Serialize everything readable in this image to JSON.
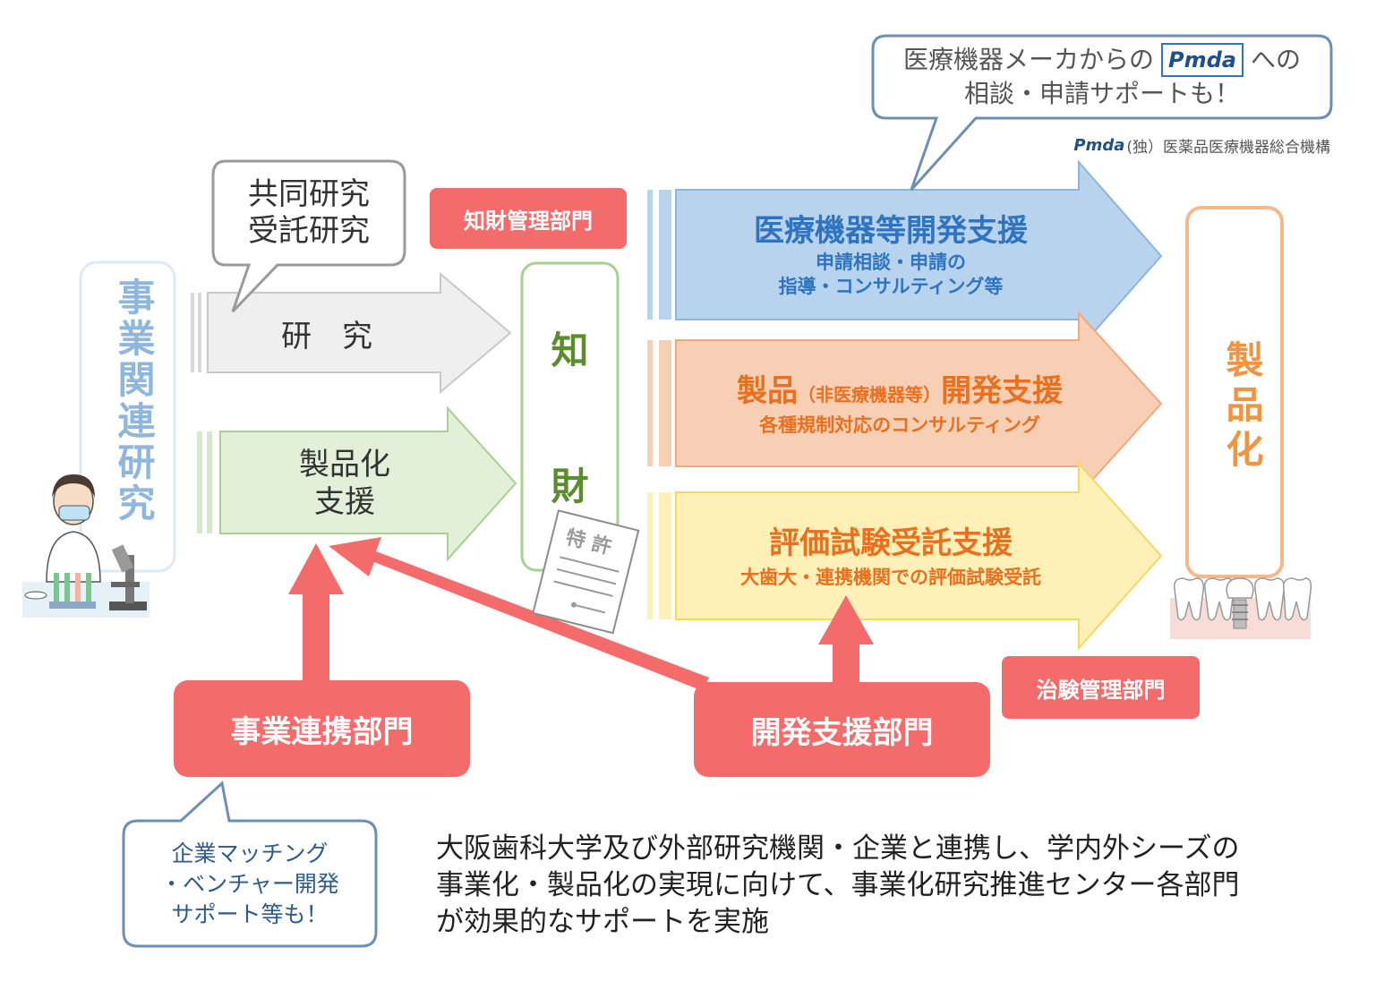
{
  "left_box": {
    "label": "事業関連研究"
  },
  "bubble_joint": {
    "line1": "共同研究",
    "line2": "受託研究"
  },
  "arrow_research": {
    "label": "研　究"
  },
  "arrow_product": {
    "line1": "製品化",
    "line2": "支援"
  },
  "ip_dept": {
    "label": "知財管理部門"
  },
  "ip_box": {
    "char1": "知",
    "char2": "財"
  },
  "patent_doc": {
    "label": "特 許"
  },
  "pmda_bubble": {
    "line1_before": "医療機器メーカからの",
    "line1_after": "への",
    "line2": "相談・申請サポートも！",
    "logo_text": "Pmda"
  },
  "pmda_caption": {
    "logo_text": "Pmda",
    "text": "(独）医薬品医療機器総合機構"
  },
  "arrow_medical": {
    "title": "医療機器等開発支援",
    "sub1": "申請相談・申請の",
    "sub2": "指導・コンサルティング等"
  },
  "arrow_goods": {
    "title_a": "製品",
    "title_b": "（非医療機器等）",
    "title_c": "開発支援",
    "sub": "各種規制対応のコンサルティング"
  },
  "arrow_eval": {
    "title": "評価試験受託支援",
    "sub": "大歯大・連携機関での評価試験受託"
  },
  "product_box": {
    "label": "製品化"
  },
  "trial_dept": {
    "label": "治験管理部門"
  },
  "biz_dept": {
    "label": "事業連携部門"
  },
  "dev_dept": {
    "label": "開発支援部門"
  },
  "bottom_bubble": {
    "line1": "企業マッチング",
    "line2": "・ベンチャー開発",
    "line3": "サポート等も！"
  },
  "description": {
    "line1": "大阪歯科大学及び外部研究機関・企業と連携し、学内外シーズの",
    "line2": "事業化・製品化の実現に向けて、事業化研究推進センター各部門",
    "line3": "が効果的なサポートを実施"
  },
  "colors": {
    "red": "#f46b6b",
    "blue_fill": "#b7d3ee",
    "blue_text": "#2f74c0",
    "orange_fill": "#f7cfb4",
    "orange_text": "#e8701f",
    "yellow_fill": "#fff0b8",
    "yellow_text": "#e8701f",
    "gray_fill": "#efefef",
    "green_fill": "#e2efd9",
    "green_text": "#5b8c2e",
    "bubble_border": "#6d8fb5"
  },
  "icons": [
    "scientist-icon",
    "microscope-icon",
    "patent-document-icon",
    "teeth-implant-icon",
    "pmda-logo-icon"
  ]
}
